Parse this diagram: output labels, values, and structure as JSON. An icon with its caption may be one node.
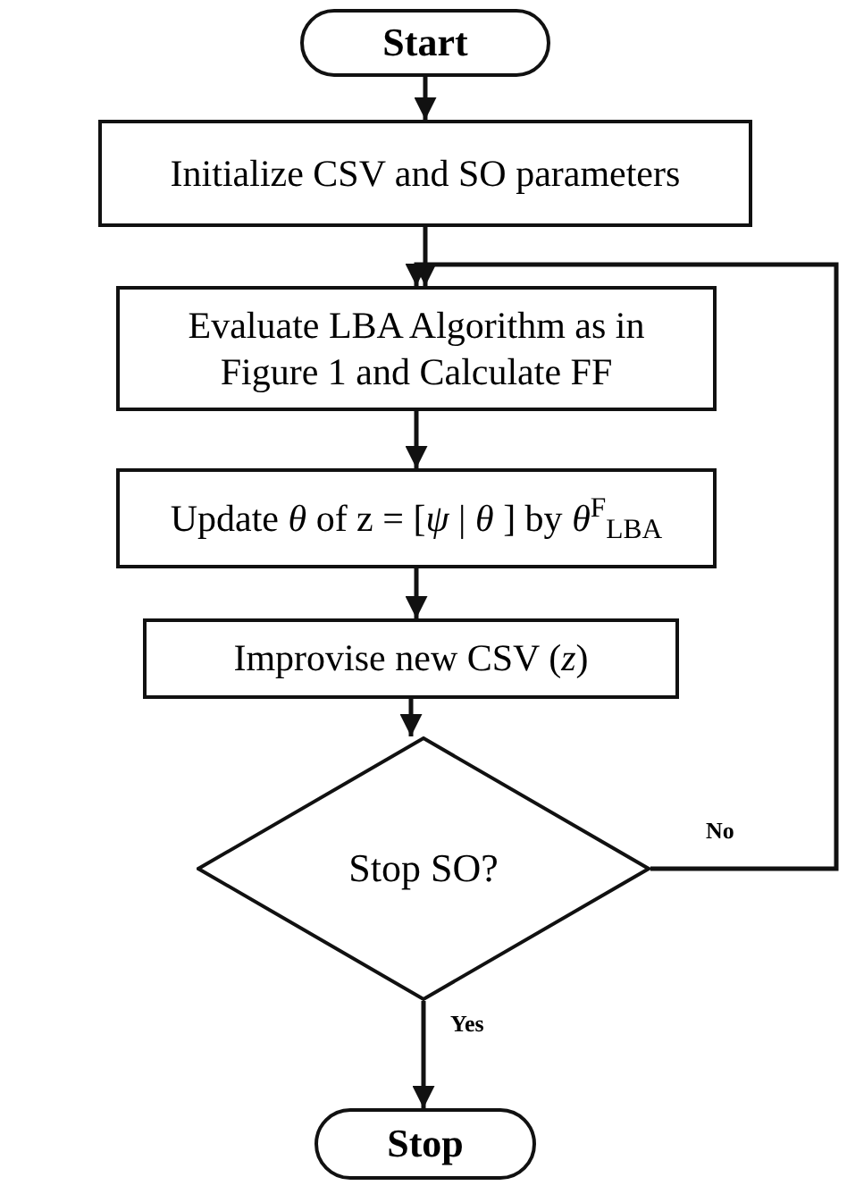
{
  "diagram": {
    "nodes": [
      {
        "text": [
          "Start"
        ]
      },
      {
        "text": [
          "Initialize CSV and SO parameters"
        ]
      },
      {
        "text": [
          "Evaluate LBA Algorithm as in Figure 1 and Calculate FF"
        ]
      },
      {
        "text": [
          "Update *θ* of z = [*ψ* | *θ* ] by *θ*$^{F}$$_{LBA}$"
        ]
      },
      {
        "text": [
          "Improvise new CSV (*z*)"
        ]
      },
      {
        "text": [
          "Stop SO?"
        ]
      },
      {
        "text": [
          "Stop"
        ]
      }
    ],
    "edges": [
      {
        "from": 0,
        "to": 1,
        "arrow": "to"
      },
      {
        "from": 1,
        "to": 2,
        "arrow": "to"
      },
      {
        "from": 2,
        "to": 3,
        "arrow": "to"
      },
      {
        "from": 3,
        "to": 4,
        "arrow": "to"
      },
      {
        "from": 4,
        "to": 5,
        "arrow": "to"
      },
      {
        "from": 5,
        "to": 2,
        "arrow": "to",
        "label": "No"
      },
      {
        "from": 5,
        "to": 6,
        "arrow": "to",
        "label": "Yes"
      }
    ]
  }
}
